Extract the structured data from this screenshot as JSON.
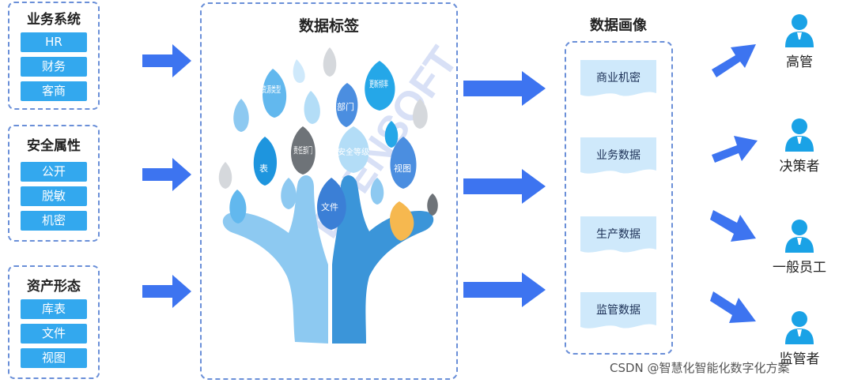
{
  "groups": [
    {
      "title": "业务系统",
      "items": [
        "HR",
        "财务",
        "客商"
      ]
    },
    {
      "title": "安全属性",
      "items": [
        "公开",
        "脱敏",
        "机密"
      ]
    },
    {
      "title": "资产形态",
      "items": [
        "库表",
        "文件",
        "视图"
      ]
    }
  ],
  "center": {
    "title": "数据标签",
    "leaves": [
      "资源类型",
      "更新频率",
      "部门",
      "责任部门",
      "安全等级",
      "表",
      "视图",
      "文件"
    ],
    "watermark_text": "ESENSOFT"
  },
  "portrait": {
    "title": "数据画像",
    "cards": [
      "商业机密",
      "业务数据",
      "生产数据",
      "监管数据"
    ]
  },
  "roles": [
    "高管",
    "决策者",
    "一般员工",
    "监管者"
  ],
  "footer": "CSDN @智慧化智能化数字化方案",
  "colors": {
    "accent_blue": "#3d74f0",
    "chip_blue": "#33a8ee",
    "dashed_border": "#6a8fd8",
    "card_fill": "#cfe9fb",
    "person_blue": "#1aa2e6",
    "leaf_highlight": "#f6b84f"
  }
}
